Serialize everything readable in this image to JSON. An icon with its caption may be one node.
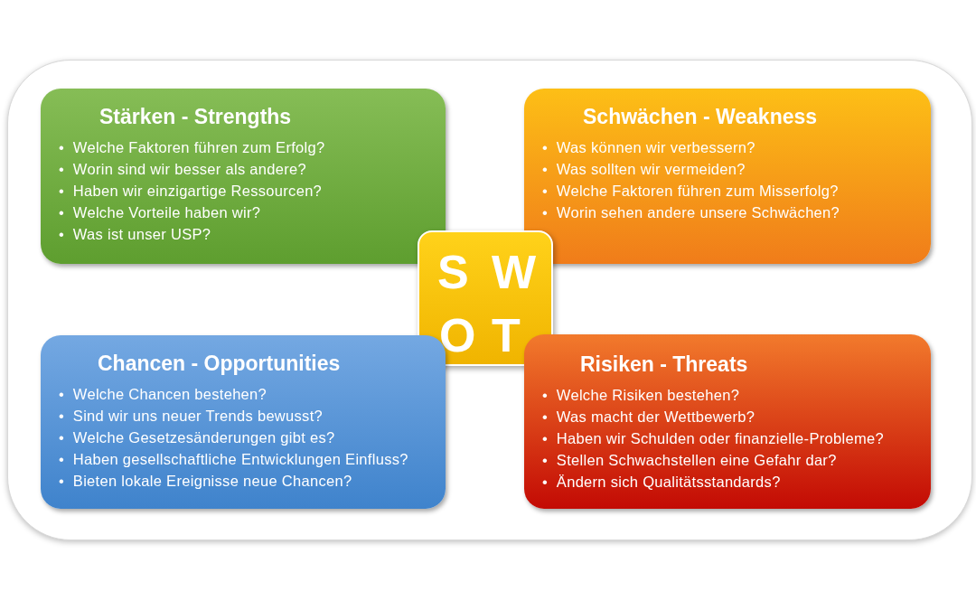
{
  "diagram": {
    "nodes": [
      {
        "text": [
          "Stärken - Strengths",
          "•  Welche Faktoren führen zum Erfolg?",
          "•  Worin sind wir besser als andere?",
          "•  Haben wir einzigartige Ressourcen?",
          "•  Welche Vorteile haben wir?",
          "•  Was ist unser USP?"
        ]
      },
      {
        "text": [
          "Schwächen - Weakness",
          "•  Was können wir verbessern?",
          "•  Was sollten wir vermeiden?",
          "•  Welche Faktoren führen zum Misserfolg?",
          "•  Worin sehen andere unsere Schwächen?"
        ]
      },
      {
        "text": [
          "S",
          "W",
          "O",
          "T"
        ]
      },
      {
        "text": [
          "Chancen - Opportunities",
          "•  Welche Chancen bestehen?",
          "•  Sind wir uns neuer Trends bewusst?",
          "•  Welche Gesetzesänderungen gibt es?",
          "•  Haben gesellschaftliche Entwicklungen Einfluss?",
          "•  Bieten lokale Ereignisse neue Chancen?"
        ]
      },
      {
        "text": [
          "Risiken - Threats",
          "•  Welche Risiken bestehen?",
          "•  Was macht der Wettbewerb?",
          "•  Haben wir Schulden oder finanzielle-Probleme?",
          "•  Stellen Schwachstellen eine Gefahr dar?",
          "•  Ändern sich Qualitätsstandards?"
        ]
      }
    ]
  }
}
